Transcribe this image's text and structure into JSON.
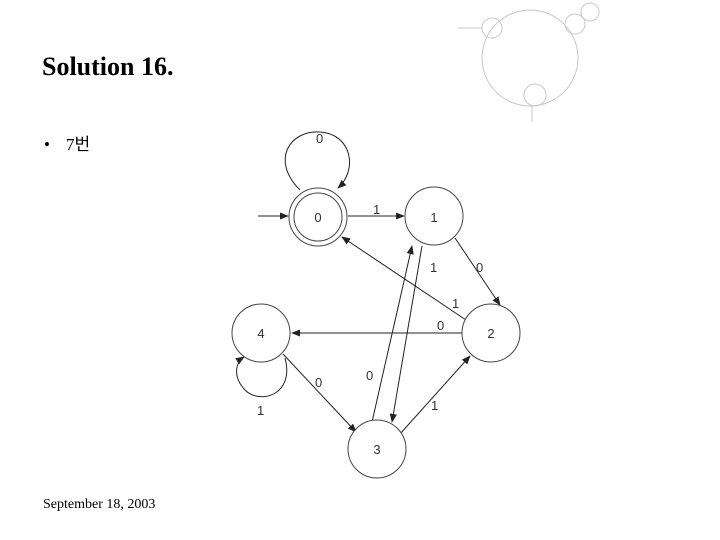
{
  "slide": {
    "title": "Solution 16.",
    "bullet": "7번",
    "footer": "September 18, 2003"
  },
  "diagram": {
    "states": [
      {
        "id": "0",
        "label": "0",
        "accepting": true
      },
      {
        "id": "1",
        "label": "1",
        "accepting": false
      },
      {
        "id": "2",
        "label": "2",
        "accepting": false
      },
      {
        "id": "3",
        "label": "3",
        "accepting": false
      },
      {
        "id": "4",
        "label": "4",
        "accepting": false
      }
    ],
    "transitions": [
      {
        "from": "0",
        "to": "0",
        "label": "0"
      },
      {
        "from": "0",
        "to": "1",
        "label": "1"
      },
      {
        "from": "1",
        "to": "3",
        "label": "1"
      },
      {
        "from": "1",
        "to": "2",
        "label": "0"
      },
      {
        "from": "2",
        "to": "0",
        "label": "1"
      },
      {
        "from": "2",
        "to": "4",
        "label": "0"
      },
      {
        "from": "3",
        "to": "1",
        "label": "0"
      },
      {
        "from": "3",
        "to": "2",
        "label": "1"
      },
      {
        "from": "4",
        "to": "4",
        "label": "1"
      },
      {
        "from": "4",
        "to": "3",
        "label": "0"
      }
    ]
  }
}
